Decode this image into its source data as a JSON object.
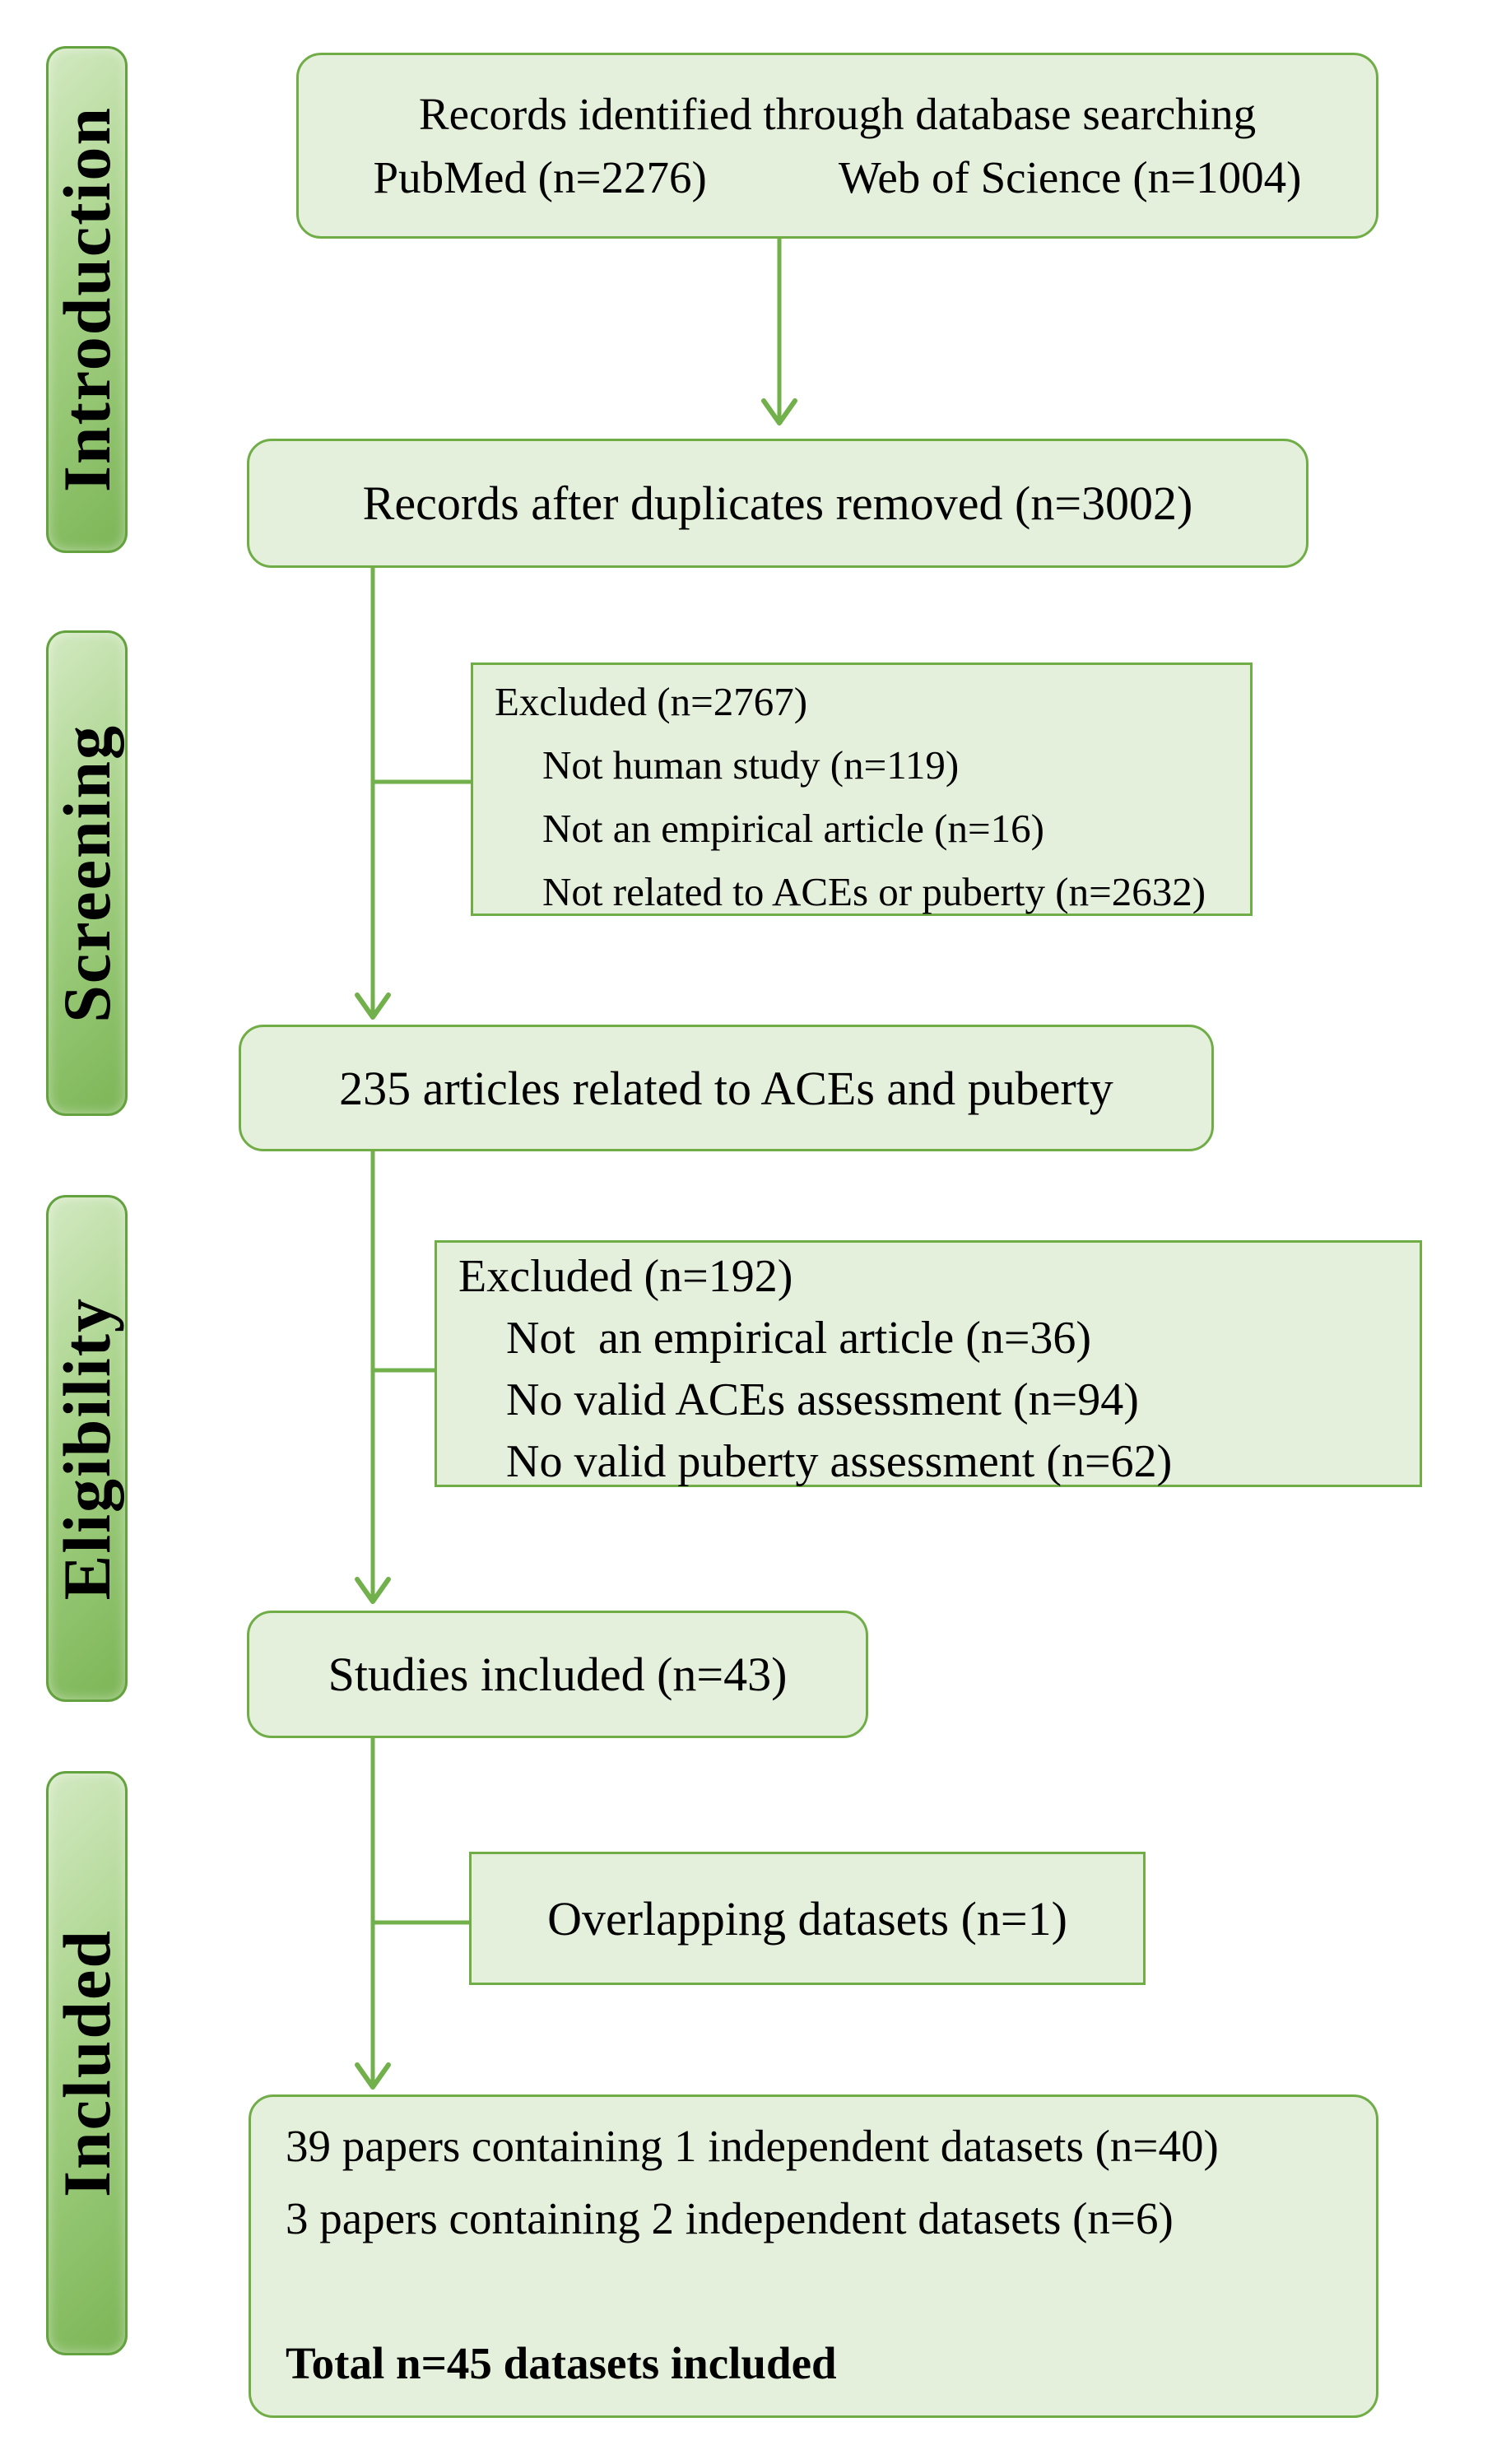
{
  "palette": {
    "box_fill": "#e4f0db",
    "box_border": "#70ad47",
    "connector_green": "#72b04c",
    "stage_gradient_light": "#d3e9c2",
    "stage_gradient_dark": "#7cb556",
    "text_color": "#000000"
  },
  "sidebar": {
    "stages": [
      {
        "label": "Introduction"
      },
      {
        "label": "Screening"
      },
      {
        "label": "Eligibility"
      },
      {
        "label": "Included"
      }
    ]
  },
  "flow": {
    "identification": {
      "line1": "Records identified through database searching",
      "pubmed": "PubMed (n=2276)",
      "web_of_science": "Web of Science (n=1004)"
    },
    "duplicates": {
      "text": "Records after duplicates removed (n=3002)"
    },
    "excluded_screening": {
      "title": "Excluded (n=2767)",
      "items": [
        "Not human study (n=119)",
        "Not an empirical article (n=16)",
        "Not related to ACEs or puberty (n=2632)"
      ]
    },
    "articles": {
      "text": "235 articles related to ACEs and puberty"
    },
    "excluded_eligibility": {
      "title": "Excluded (n=192)",
      "items": [
        "Not  an empirical article (n=36)",
        "No valid ACEs assessment (n=94)",
        "No valid puberty assessment (n=62)"
      ]
    },
    "studies": {
      "text": "Studies included (n=43)"
    },
    "overlap": {
      "text": "Overlapping datasets (n=1)"
    },
    "final": {
      "line1": "39 papers containing 1 independent datasets (n=40)",
      "line2": "3 papers containing 2 independent datasets (n=6)",
      "total": "Total n=45 datasets included"
    }
  }
}
